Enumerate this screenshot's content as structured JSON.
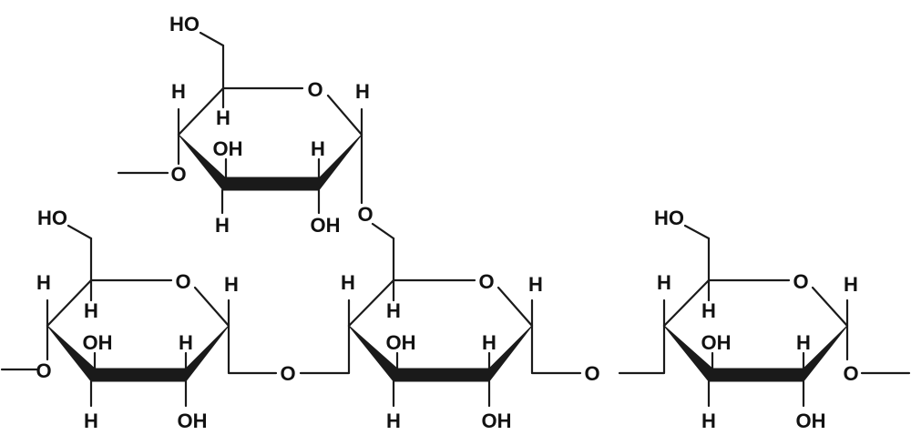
{
  "labels": {
    "ring_oxygen": "O",
    "hydrogen": "H",
    "hydroxyl": "OH",
    "hydroxymethyl": "HO",
    "glycosidic_oxygen": "O"
  },
  "colors": {
    "background": "#ffffff",
    "bond": "#1a1a1a",
    "text": "#111111"
  }
}
